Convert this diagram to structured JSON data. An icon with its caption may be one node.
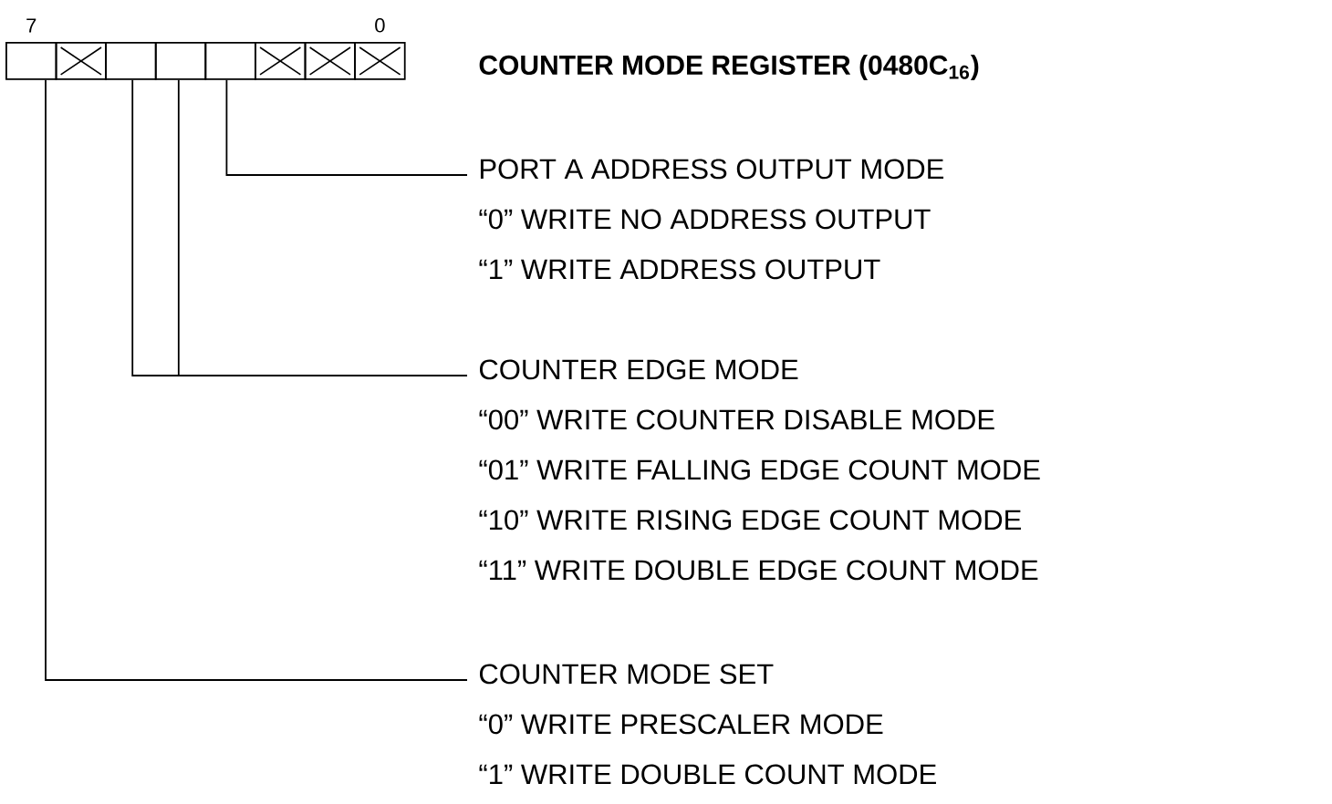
{
  "diagram": {
    "title": "COUNTER MODE REGISTER (0480C$_{16}$)",
    "nodes": [
      {
        "text": [],
        "shape": "box"
      },
      {
        "text": [],
        "shape": "crossed"
      },
      {
        "text": [],
        "shape": "box"
      },
      {
        "text": [],
        "shape": "box"
      },
      {
        "text": [],
        "shape": "box"
      },
      {
        "text": [],
        "shape": "crossed"
      },
      {
        "text": [],
        "shape": "crossed"
      },
      {
        "text": [],
        "shape": "crossed"
      },
      {
        "text": [
          "PORT A ADDRESS OUTPUT MODE",
          "“0” WRITE NO ADDRESS OUTPUT",
          "“1” WRITE ADDRESS OUTPUT"
        ]
      },
      {
        "text": [
          "COUNTER EDGE MODE",
          "“00” WRITE COUNTER DISABLE MODE",
          "“01” WRITE FALLING EDGE COUNT MODE",
          "“10” WRITE RISING EDGE COUNT MODE",
          "“11” WRITE DOUBLE EDGE COUNT MODE"
        ]
      },
      {
        "text": [
          "COUNTER MODE SET",
          "“0” WRITE PRESCALER MODE",
          "“1” WRITE DOUBLE COUNT MODE"
        ]
      }
    ],
    "edges": [
      {
        "from": 4,
        "to": 8,
        "arrow": "none"
      },
      {
        "from": 2,
        "to": 9,
        "arrow": "none"
      },
      {
        "from": 3,
        "to": 9,
        "arrow": "none"
      },
      {
        "from": 0,
        "to": 10,
        "arrow": "none"
      }
    ],
    "labels": [
      "7",
      "0"
    ]
  }
}
